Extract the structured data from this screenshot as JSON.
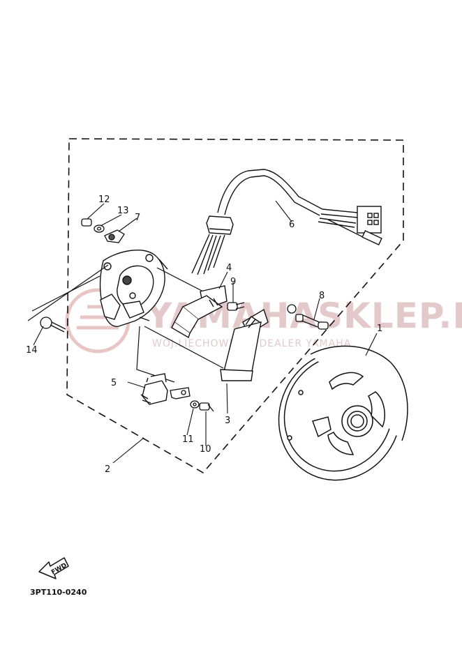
{
  "diagram": {
    "part_code": "3PT110-0240",
    "fwd_label": "FWD",
    "watermark": {
      "title": "YAMAHASKLEP.PL",
      "subtitle": "WOJ.LIECHOWICZ | DEALER YAMAHA"
    },
    "callouts": [
      {
        "id": "c1",
        "label": "1"
      },
      {
        "id": "c2",
        "label": "2"
      },
      {
        "id": "c3",
        "label": "3"
      },
      {
        "id": "c4",
        "label": "4"
      },
      {
        "id": "c5",
        "label": "5"
      },
      {
        "id": "c6",
        "label": "6"
      },
      {
        "id": "c7",
        "label": "7"
      },
      {
        "id": "c8",
        "label": "8"
      },
      {
        "id": "c9",
        "label": "9"
      },
      {
        "id": "c10",
        "label": "10"
      },
      {
        "id": "c11",
        "label": "11"
      },
      {
        "id": "c12",
        "label": "12"
      },
      {
        "id": "c13",
        "label": "13"
      },
      {
        "id": "c14",
        "label": "14"
      }
    ]
  }
}
